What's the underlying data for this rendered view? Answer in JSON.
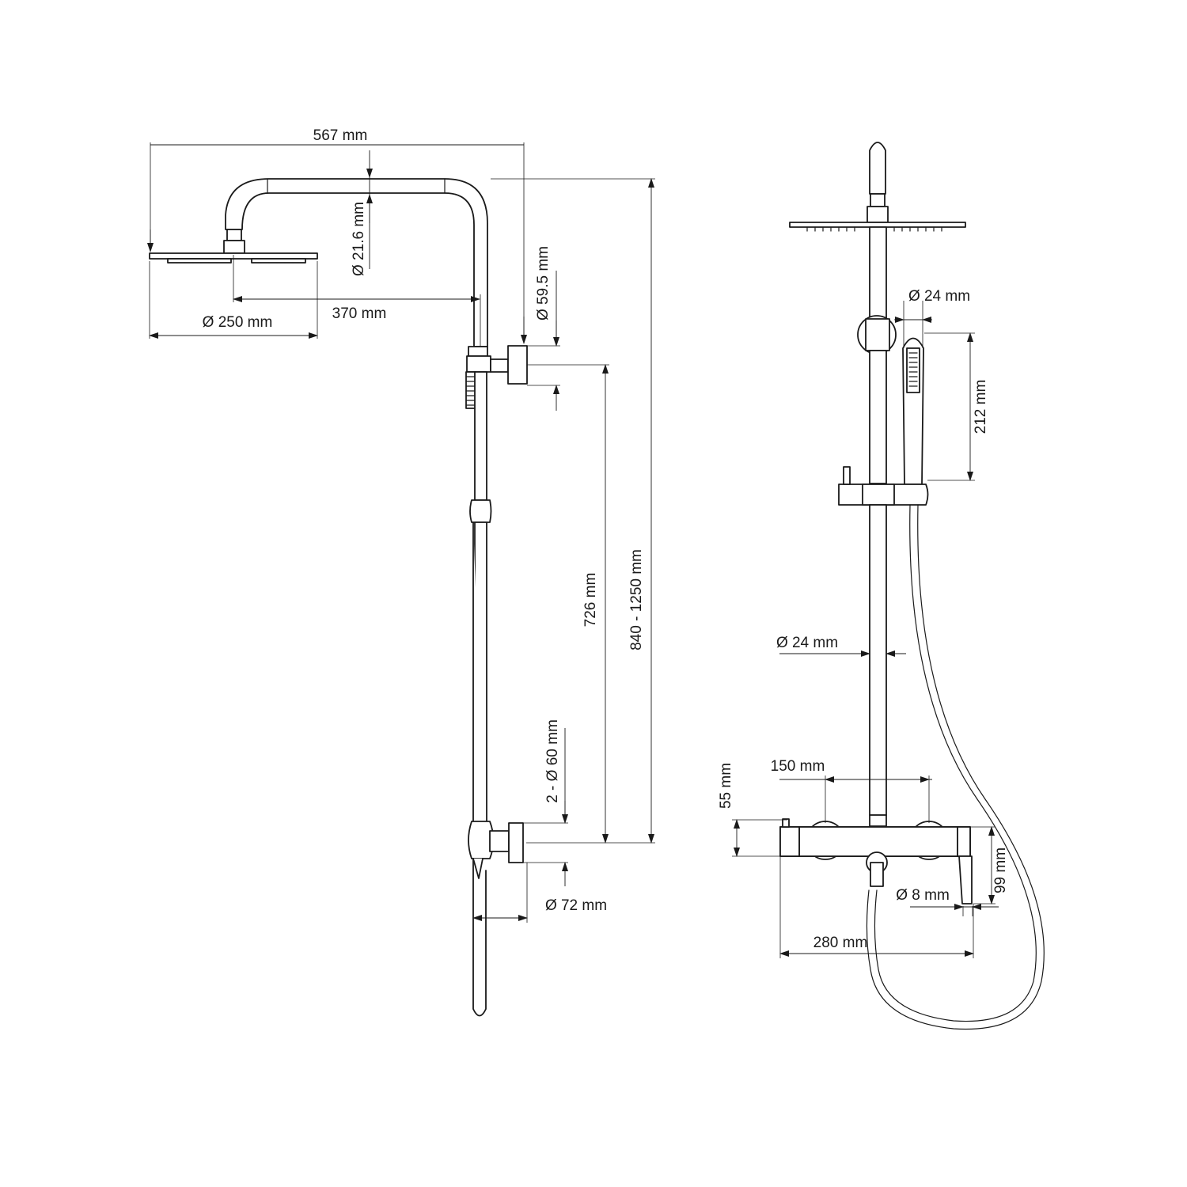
{
  "side_view": {
    "dims": {
      "total_width": "567 mm",
      "arm_diameter": "Ø 21.6 mm",
      "arm_reach": "370 mm",
      "head_diameter": "Ø 250 mm",
      "bracket_diameter": "Ø 59.5 mm",
      "pipe_length": "726 mm",
      "height_range": "840 - 1250 mm",
      "flange_diameter": "2 - Ø 60 mm",
      "wall_offset": "Ø 72 mm"
    }
  },
  "front_view": {
    "dims": {
      "handshower_diameter": "Ø 24 mm",
      "handshower_length": "212 mm",
      "rail_diameter": "Ø 24 mm",
      "inlet_spacing": "150 mm",
      "valve_height": "55 mm",
      "spout_diameter": "Ø 8 mm",
      "spout_drop": "99 mm",
      "valve_width": "280 mm"
    }
  }
}
